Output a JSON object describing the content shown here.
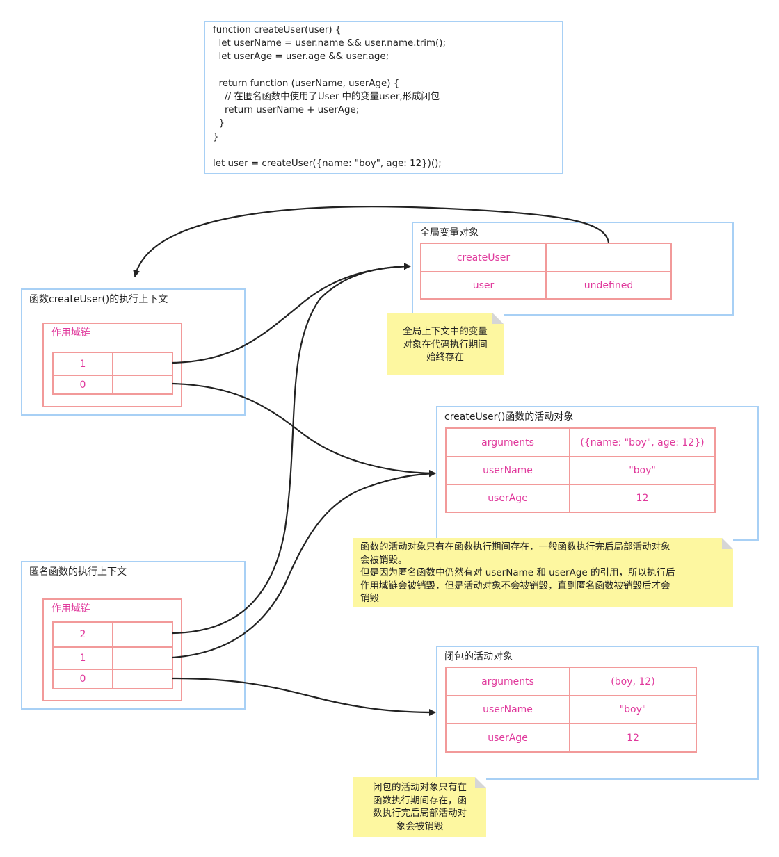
{
  "code_lines": [
    "function createUser(user) {",
    "  let userName = user.name && user.name.trim();",
    "  let userAge = user.age && user.age;",
    "",
    "  return function (userName, userAge) {",
    "    // 在匿名函数中使用了User 中的变量user,形成闭包",
    "    return userName + userAge;",
    "  }",
    "}",
    "",
    "let user = createUser({name: \"boy\", age: 12})();"
  ],
  "global": {
    "title": "全局变量对象",
    "rows": [
      {
        "key": "createUser",
        "value": ""
      },
      {
        "key": "user",
        "value": "undefined"
      }
    ]
  },
  "global_note": "全局上下文中的变量\n对象在代码执行期间\n始终存在",
  "create_ctx": {
    "title": "函数createUser()的执行上下文",
    "scope_title": "作用域链",
    "rows": [
      {
        "key": "1",
        "value": ""
      },
      {
        "key": "0",
        "value": ""
      }
    ]
  },
  "create_ao": {
    "title": "createUser()函数的活动对象",
    "rows": [
      {
        "key": "arguments",
        "value": "({name: \"boy\", age: 12})"
      },
      {
        "key": "userName",
        "value": "\"boy\""
      },
      {
        "key": "userAge",
        "value": "12"
      }
    ]
  },
  "create_ao_note": "函数的活动对象只有在函数执行期间存在，一般函数执行完后局部活动对象\n会被销毁。\n但是因为匿名函数中仍然有对 userName 和 userAge 的引用，所以执行后\n作用域链会被销毁，但是活动对象不会被销毁，直到匿名函数被销毁后才会\n销毁",
  "anon_ctx": {
    "title": "匿名函数的执行上下文",
    "scope_title": "作用域链",
    "rows": [
      {
        "key": "2",
        "value": ""
      },
      {
        "key": "1",
        "value": ""
      },
      {
        "key": "0",
        "value": ""
      }
    ]
  },
  "closure_ao": {
    "title": "闭包的活动对象",
    "rows": [
      {
        "key": "arguments",
        "value": "(boy, 12)"
      },
      {
        "key": "userName",
        "value": "\"boy\""
      },
      {
        "key": "userAge",
        "value": "12"
      }
    ]
  },
  "closure_note": "闭包的活动对象只有在\n函数执行期间存在，函\n数执行完后局部活动对\n象会被销毁",
  "colors": {
    "box_border": "#a8d0f5",
    "cell_border": "#f29a9a",
    "cell_text": "#e0399c",
    "note_bg": "#fdf7a0",
    "arrow": "#222222"
  }
}
